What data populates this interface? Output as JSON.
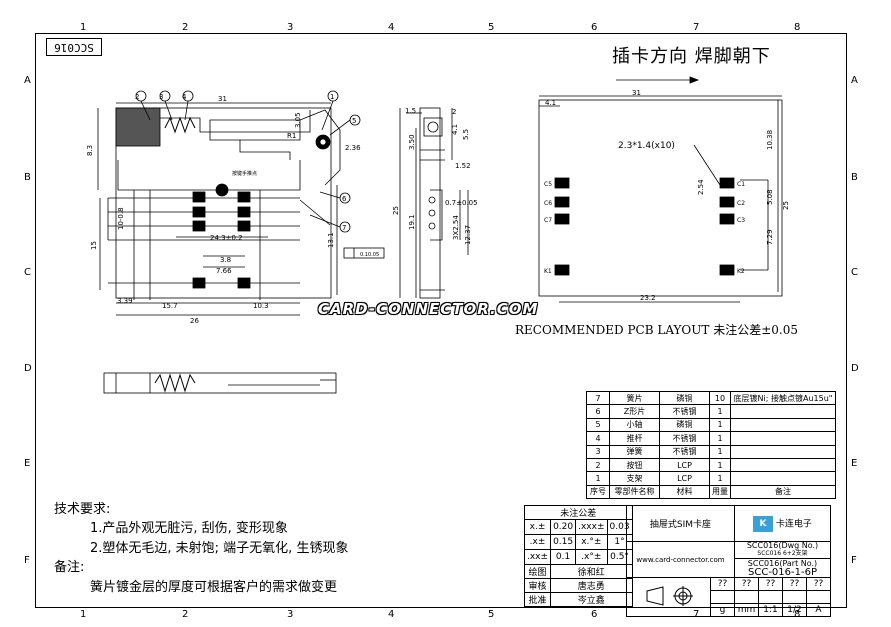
{
  "frame": {
    "col_labels": [
      "1",
      "2",
      "3",
      "4",
      "5",
      "6",
      "7",
      "8"
    ],
    "row_labels": [
      "A",
      "B",
      "C",
      "D",
      "E",
      "F"
    ]
  },
  "drawing_mark": "SCC016",
  "insert_direction": "插卡方向 焊脚朝下",
  "watermark": "CARD-CONNECTOR.COM",
  "pcb_note": "RECOMMENDED PCB LAYOUT  未注公差±0.05",
  "dims": {
    "top_width": "31",
    "h83": "8.3",
    "r1": "R1",
    "d305": "3.05",
    "d236": "2.36",
    "d10": "10-0.8",
    "d15": "15",
    "d243": "24.3±0.2",
    "d38": "3.8",
    "d766": "7.66",
    "d339": "3.39",
    "d157": "15.7",
    "d103": "10.3",
    "d26": "26",
    "d131": "13.1",
    "flat": "0.1",
    "flat_tol": "0.05",
    "contact_label": "按键手推点",
    "s15": "1.5",
    "s2": "2",
    "s41": "4.1",
    "s55": "5.5",
    "s350": "3.50",
    "s152": "1.52",
    "s25": "25",
    "s191": "19.1",
    "s07": "0.7±0.05",
    "s3x": "3X2.54",
    "s1237": "12.37",
    "p31": "31",
    "p41": "4.1",
    "pad": "2.3*1.4(x10)",
    "p1038": "10.38",
    "p254": "2.54",
    "p508": "5.08",
    "p25": "25",
    "p729": "7.29",
    "p232": "23.2",
    "pads_left": [
      "C5",
      "C6",
      "C7",
      "K1"
    ],
    "pads_right": [
      "C1",
      "C2",
      "C3",
      "K2"
    ],
    "balloons": [
      "1",
      "2",
      "3",
      "4",
      "5",
      "6",
      "7"
    ]
  },
  "requirements": {
    "title": "技术要求:",
    "items": [
      "1.产品外观无脏污, 刮伤, 变形现象",
      "2.塑体无毛边, 未射饱; 端子无氧化, 生锈现象"
    ],
    "note_title": "备注:",
    "note": "簧片镀金层的厚度可根据客户的需求做变更"
  },
  "bom": {
    "rows": [
      [
        "7",
        "簧片",
        "磷铜",
        "10",
        "底层镀Ni; 接触点镀Au15u\""
      ],
      [
        "6",
        "Z形片",
        "不锈钢",
        "1",
        ""
      ],
      [
        "5",
        "小轴",
        "磷铜",
        "1",
        ""
      ],
      [
        "4",
        "推杆",
        "不锈钢",
        "1",
        ""
      ],
      [
        "3",
        "弹簧",
        "不锈钢",
        "1",
        ""
      ],
      [
        "2",
        "按钮",
        "LCP",
        "1",
        ""
      ],
      [
        "1",
        "支架",
        "LCP",
        "1",
        ""
      ]
    ],
    "header": [
      "序号",
      "零部件名称",
      "材料",
      "用量",
      "备注"
    ]
  },
  "title_block": {
    "tol_title": "未注公差",
    "tol": [
      [
        "x.±",
        "0.20",
        ".xxx±",
        "0.03"
      ],
      [
        ".x±",
        "0.15",
        "x.°±",
        "1°"
      ],
      [
        ".xx±",
        "0.1",
        ".x°±",
        "0.5°"
      ]
    ],
    "product": "抽屉式SIM卡座",
    "company": "卡连电子",
    "website": "www.card-connector.com",
    "dwg_label": "SCC016(Dwg No.)",
    "dwg_sub": "SCC016 6+2支架",
    "part_label": "SCC016(Part No.)",
    "part_no": "SCC-016-1-6P",
    "roles": [
      [
        "绘图",
        "徐和红"
      ],
      [
        "审核",
        "唐志勇"
      ],
      [
        "批准",
        "岑立鑫"
      ]
    ],
    "q": "??",
    "unit": "mm",
    "scale": "1:1",
    "sheet": "1/2",
    "rev": "A",
    "g": "g"
  }
}
